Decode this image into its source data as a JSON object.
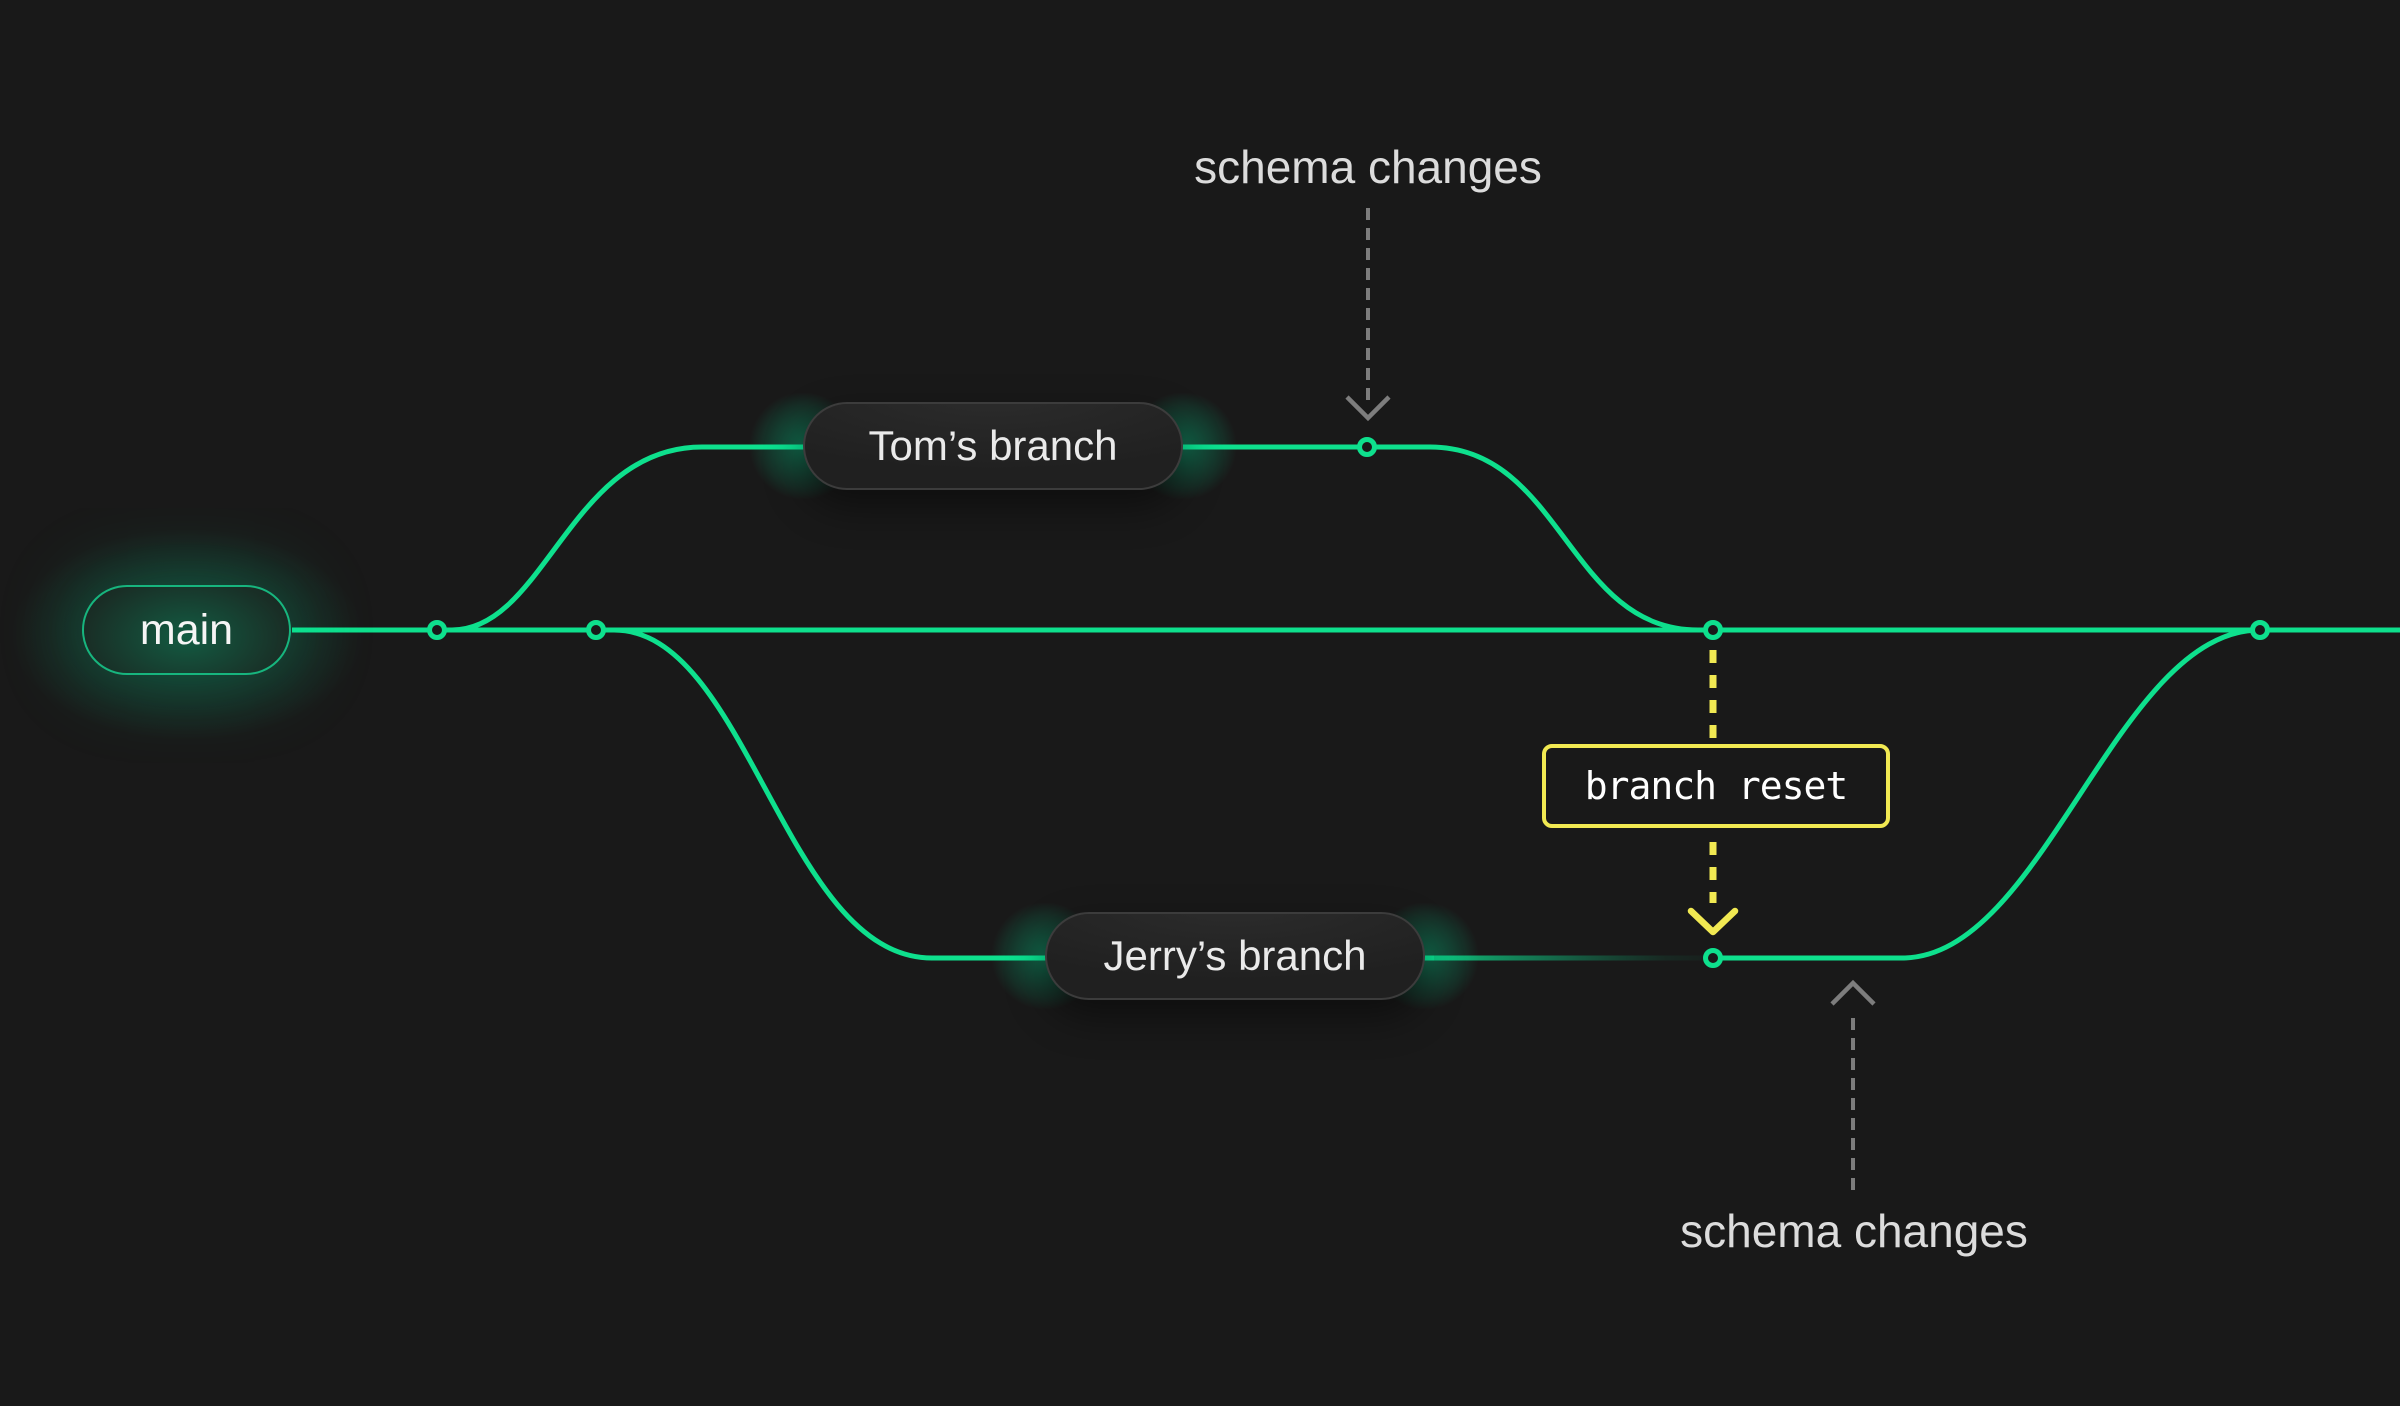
{
  "diagram": {
    "type": "branching-flow-diagram",
    "background": "#191919",
    "branches": {
      "main": {
        "label": "main"
      },
      "tom": {
        "label": "Tom’s branch"
      },
      "jerry": {
        "label": "Jerry’s branch"
      }
    },
    "annotations": {
      "schema_changes_top": {
        "label": "schema changes",
        "target": "tom-branch-commit"
      },
      "schema_changes_bottom": {
        "label": "schema changes",
        "target": "jerry-branch-commit"
      },
      "branch_reset": {
        "label": "branch reset",
        "from": "main-commit-3",
        "to": "jerry-branch-commit"
      }
    },
    "commit_dots": {
      "main_line": 4,
      "tom_line": 1,
      "jerry_line": 1
    },
    "colors": {
      "branch_green": "#0ee08d",
      "glow_green": "#00e599",
      "annotation_gray": "#7d7d7d",
      "reset_yellow": "#f1e952",
      "label_text": "#dcdcdc",
      "pill_text": "#eaeaea",
      "background": "#191919"
    }
  }
}
